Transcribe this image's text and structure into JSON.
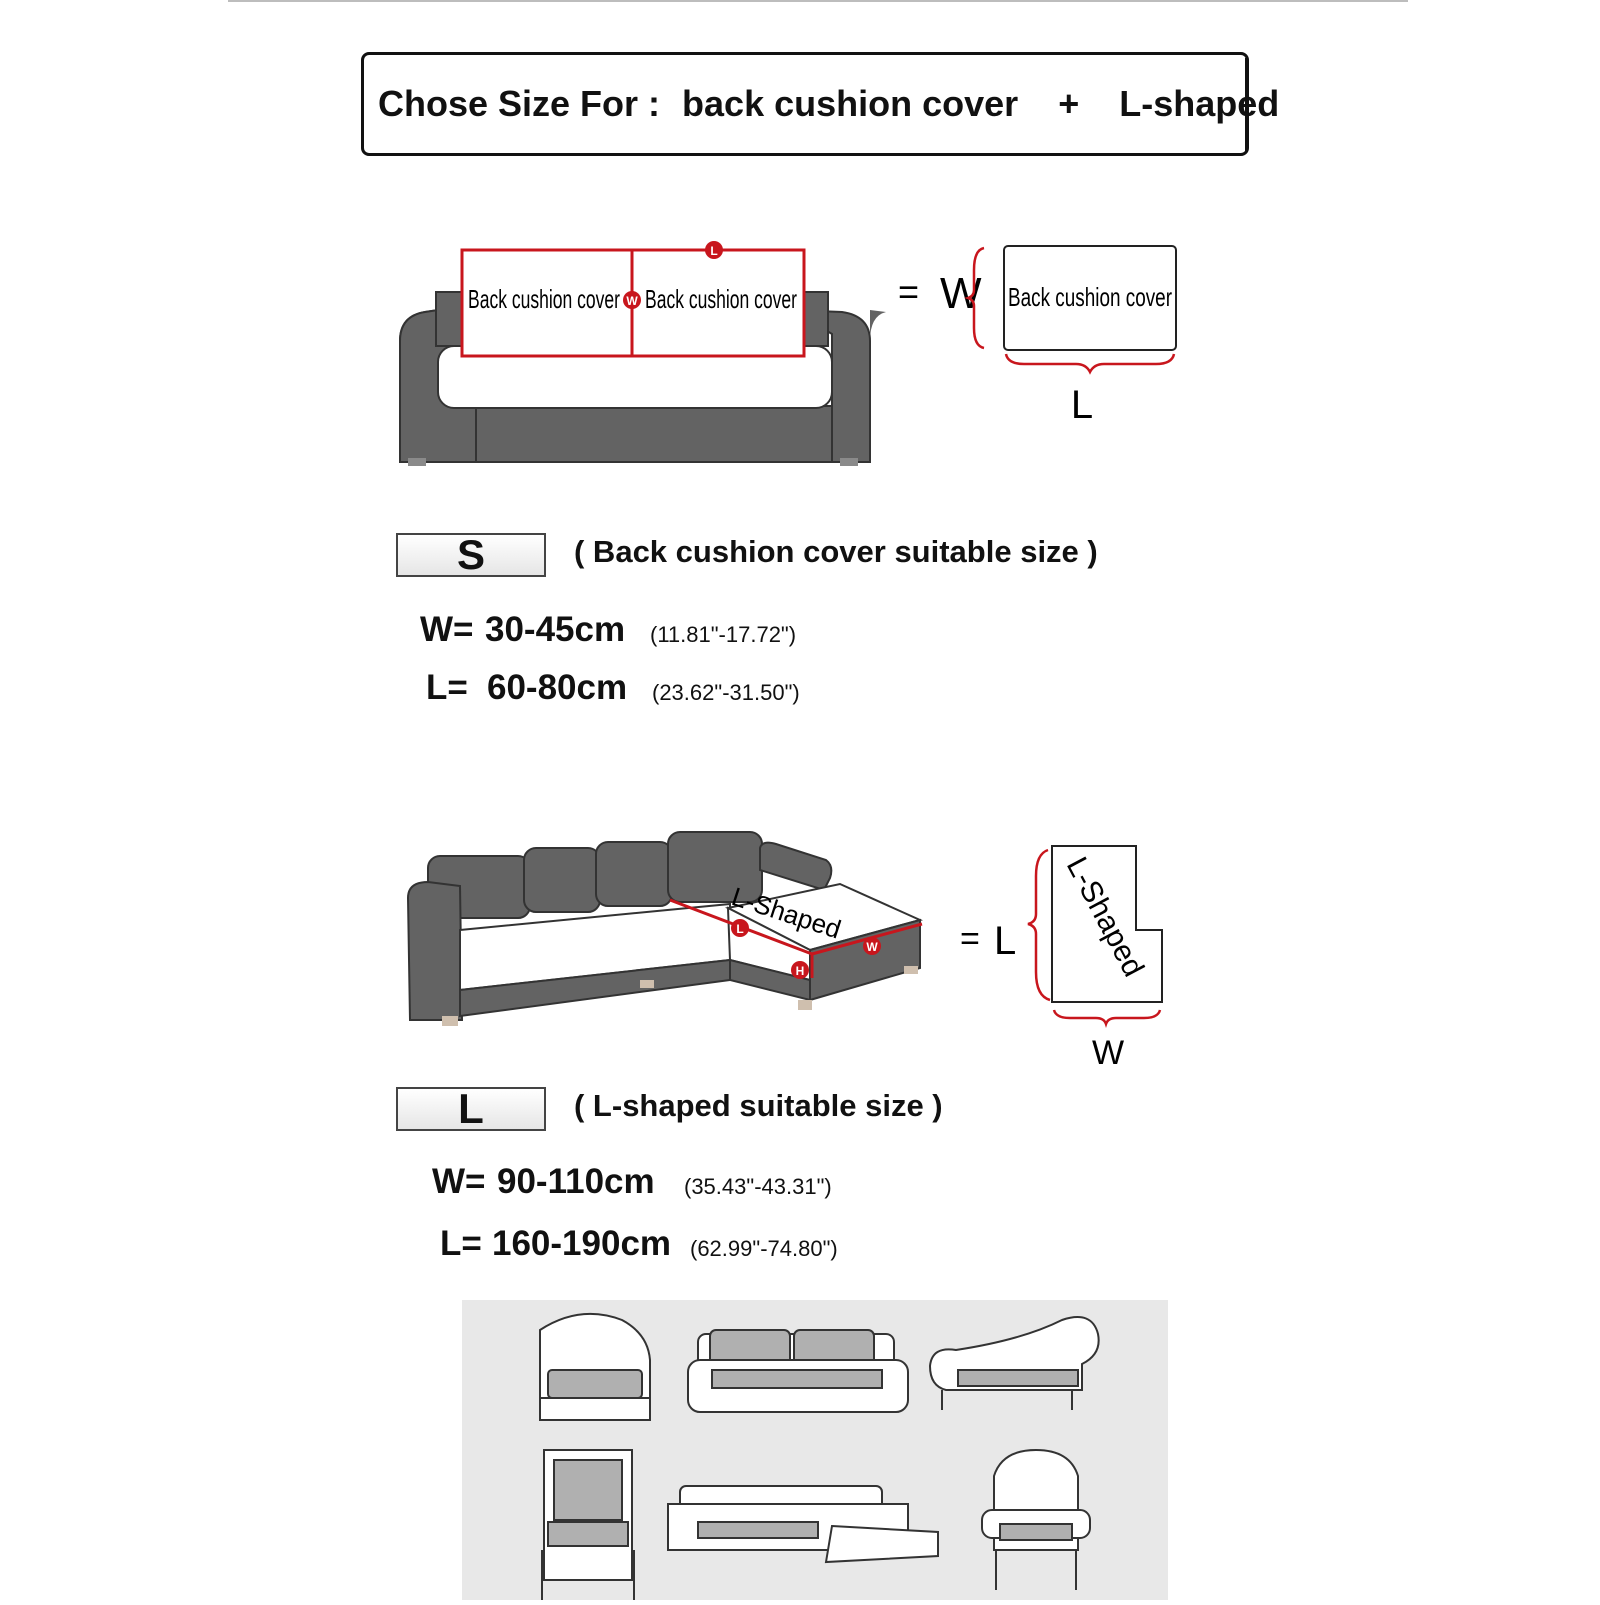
{
  "header": {
    "label": "Chose Size For :",
    "item1": "back cushion cover",
    "plus": "+",
    "item2": "L-shaped"
  },
  "sofa_diagram": {
    "cushion_label": "Back cushion cover",
    "marker_l": "L",
    "marker_w": "W",
    "equals": "=",
    "dim_w": "W",
    "dim_l": "L"
  },
  "size_s": {
    "badge": "S",
    "caption": "( Back cushion cover suitable size )",
    "w_label": "W=",
    "w_value": "30-45cm",
    "w_inch": "(11.81\"-17.72\")",
    "l_label": "L=",
    "l_value": "60-80cm",
    "l_inch": "(23.62\"-31.50\")"
  },
  "lshape_diagram": {
    "cushion_label": "L-Shaped",
    "marker_l": "L",
    "marker_w": "W",
    "marker_h": "H",
    "equals": "=",
    "dim_l": "L",
    "dim_w": "W"
  },
  "size_l": {
    "badge": "L",
    "caption": "( L-shaped suitable size )",
    "w_label": "W=",
    "w_value": "90-110cm",
    "w_inch": "(35.43\"-43.31\")",
    "l_label": "L=",
    "l_value": "160-190cm",
    "l_inch": "(62.99\"-74.80\")"
  },
  "colors": {
    "sofa_gray": "#636363",
    "accent_red": "#c8161d",
    "gallery_bg": "#e8e8e8"
  }
}
